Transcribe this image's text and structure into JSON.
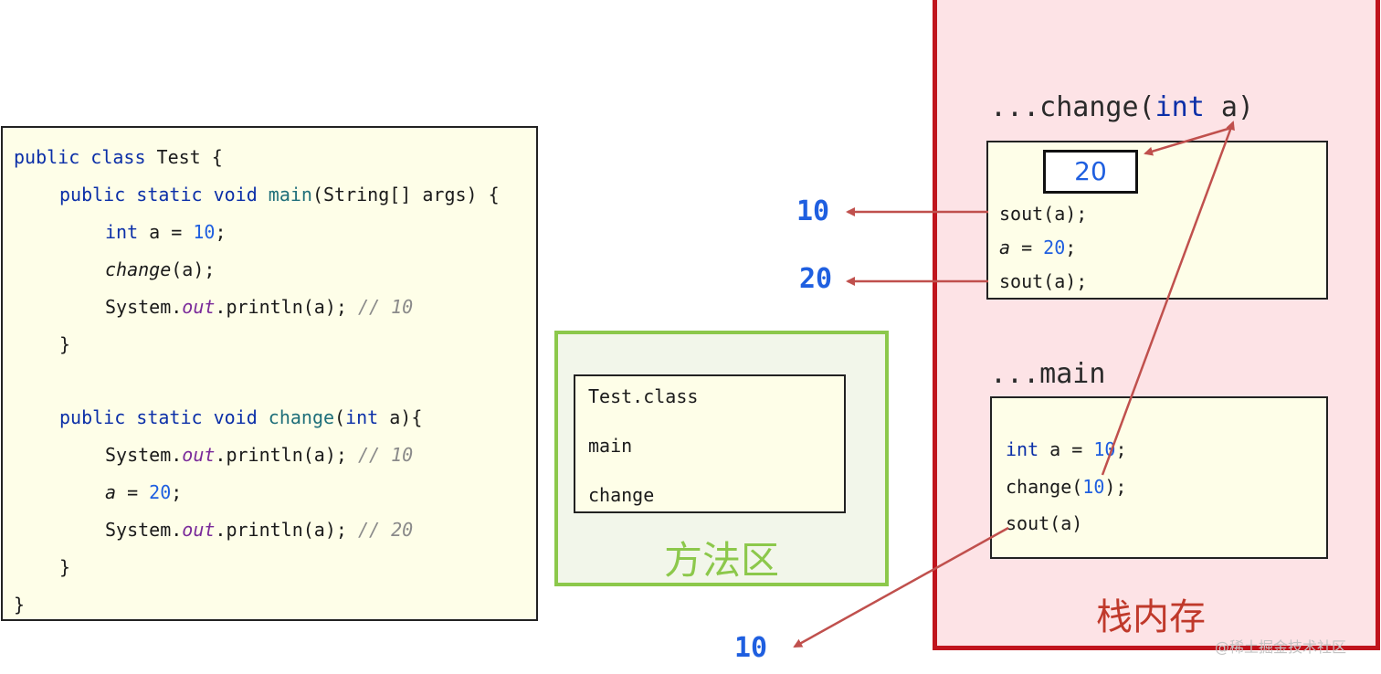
{
  "code": {
    "l1": {
      "kw": "public class",
      "rest": " Test {"
    },
    "l2": {
      "kw": "public static void",
      "fn": "main",
      "rest": "(String[] args) {"
    },
    "l3": {
      "kw": "int",
      "mid": " a = ",
      "num": "10",
      "end": ";"
    },
    "l4": {
      "fn": "change",
      "rest": "(a);"
    },
    "l5": {
      "pre": "System.",
      "fld": "out",
      "mid": ".println(a); ",
      "cmt": "// 10"
    },
    "l6": "}",
    "l7": {
      "kw": "public static void",
      "fn": "change",
      "p1": "(",
      "kw2": "int",
      "rest": " a){"
    },
    "l8": {
      "pre": "System.",
      "fld": "out",
      "mid": ".println(a); ",
      "cmt": "// 10"
    },
    "l9": {
      "var": "a",
      "mid": " = ",
      "num": "20",
      "end": ";"
    },
    "l10": {
      "pre": "System.",
      "fld": "out",
      "mid": ".println(a); ",
      "cmt": "// 20"
    },
    "l11": "}",
    "l12": "}"
  },
  "method_area": {
    "label": "方法区",
    "items": [
      "Test.class",
      "main",
      "change"
    ]
  },
  "stack": {
    "label": "栈内存",
    "change_frame": {
      "title_pre": "...change(",
      "title_kw": "int",
      "title_post": " a)",
      "value": "20",
      "lines": {
        "sout1": "sout(a);",
        "assign_var": "a",
        "assign_mid": " = ",
        "assign_num": "20",
        "assign_end": ";",
        "sout2": "sout(a);"
      }
    },
    "main_frame": {
      "title": "...main",
      "l1_kw": "int",
      "l1_mid": " a = ",
      "l1_num": "10",
      "l1_end": ";",
      "l2_pre": "change(",
      "l2_num": "10",
      "l2_end": ");",
      "l3": "sout(a)"
    }
  },
  "outputs": {
    "first": "10",
    "second": "20",
    "main": "10"
  },
  "watermark": "@稀土掘金技术社区",
  "colors": {
    "arrow": "#c0504d",
    "stack_border": "#c0141d",
    "method_border": "#8cc84b"
  }
}
